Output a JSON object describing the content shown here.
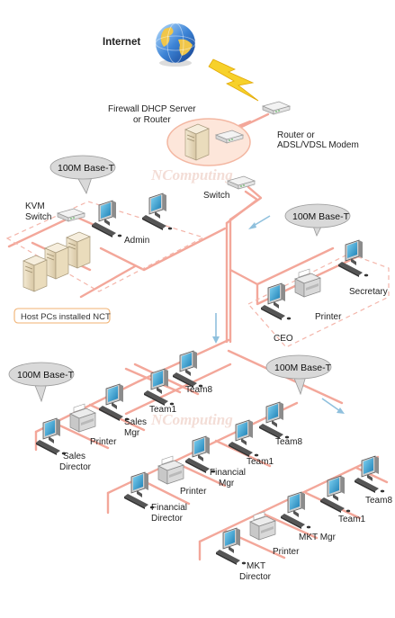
{
  "colors": {
    "cable": "#f3a79a",
    "cable_dash": "#f4b5aa",
    "arrow": "#8fc0dd",
    "bubble_fill": "#d9d9d9",
    "bubble_stroke": "#999999",
    "host_box_stroke": "#f0b070",
    "lightning": "#f7d12a",
    "watermark": "#efcfc6"
  },
  "top": {
    "internet_label": "Internet",
    "firewall_label": [
      "Firewall DHCP Server",
      "or Router"
    ],
    "router_label": [
      "Router or",
      "ADSL/VDSL Modem"
    ],
    "switch_label": "Switch",
    "watermark": "NComputing"
  },
  "kvm_area": {
    "speech": "100M Base-T",
    "kvm_label": [
      "KVM",
      "Switch"
    ],
    "admin_label": "Admin",
    "host_box_label": "Host PCs installed NCT"
  },
  "ceo_area": {
    "speech": "100M Base-T",
    "secretary_label": "Secretary",
    "printer_label": "Printer",
    "ceo_label": "CEO"
  },
  "sales": {
    "speech": "100M Base-T",
    "team8_label": "Team8",
    "team1_label": "Team1",
    "mgr_label": [
      "Sales",
      "Mgr"
    ],
    "printer_label": "Printer",
    "director_label": [
      "Sales",
      "Director"
    ]
  },
  "financial": {
    "watermark": "NComputing",
    "team8_label": "Team8",
    "team1_label": "Team1",
    "mgr_label": [
      "Financial",
      "Mgr"
    ],
    "printer_label": "Printer",
    "director_label": [
      "Financial",
      "Director"
    ]
  },
  "mkt": {
    "speech": "100M Base-T",
    "team8_label": "Team8",
    "team1_label": "Team1",
    "mgr_label": "MKT Mgr",
    "printer_label": "Printer",
    "director_label": [
      "MKT",
      "Director"
    ]
  }
}
